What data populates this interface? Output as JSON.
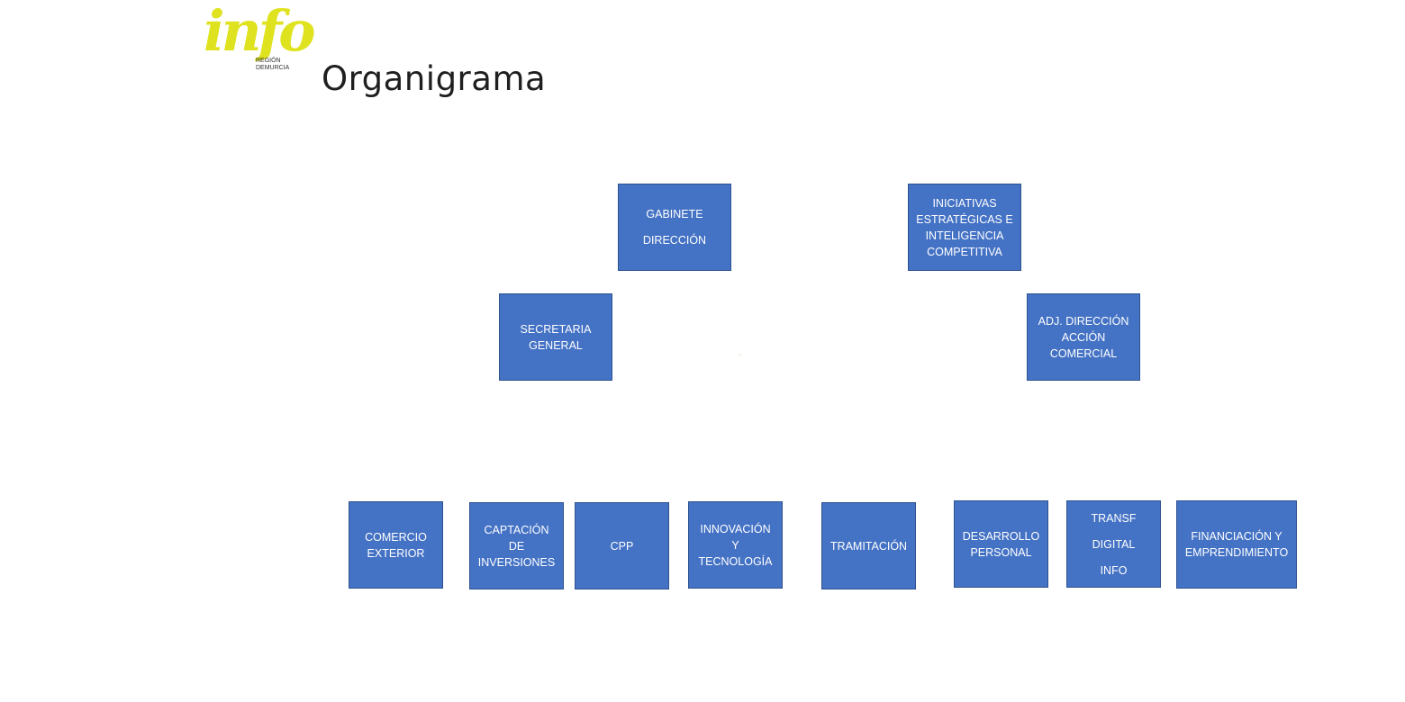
{
  "logo": {
    "word": "info",
    "line1": "REGIÓN",
    "line2": "DEMURCIA"
  },
  "title": "Organigrama",
  "colors": {
    "box_fill": "#4472c4",
    "box_border": "#2f528f",
    "box_text": "#ffffff",
    "logo_accent": "#dfe31f"
  },
  "nodes": {
    "gabinete": [
      "GABINETE",
      "DIRECCIÓN"
    ],
    "iniciativas": [
      "INICIATIVAS",
      "ESTRATÉGICAS E",
      "INTELIGENCIA",
      "COMPETITIVA"
    ],
    "secretaria": [
      "SECRETARIA",
      "GENERAL"
    ],
    "adj_direccion": [
      "ADJ. DIRECCIÓN",
      "ACCIÓN",
      "COMERCIAL"
    ],
    "comercio": [
      "COMERCIO",
      "EXTERIOR"
    ],
    "captacion": [
      "CAPTACIÓN",
      "DE",
      "INVERSIONES"
    ],
    "cpp": [
      "CPP"
    ],
    "innovacion": [
      "INNOVACIÓN",
      "Y",
      "TECNOLOGÍA"
    ],
    "tramitacion": [
      "TRAMITACIÓN"
    ],
    "desarrollo": [
      "DESARROLLO",
      "PERSONAL"
    ],
    "transf": [
      "TRANSF",
      "DIGITAL",
      "INFO"
    ],
    "financiacion": [
      "FINANCIACIÓN Y",
      "EMPRENDIMIENTO"
    ]
  }
}
